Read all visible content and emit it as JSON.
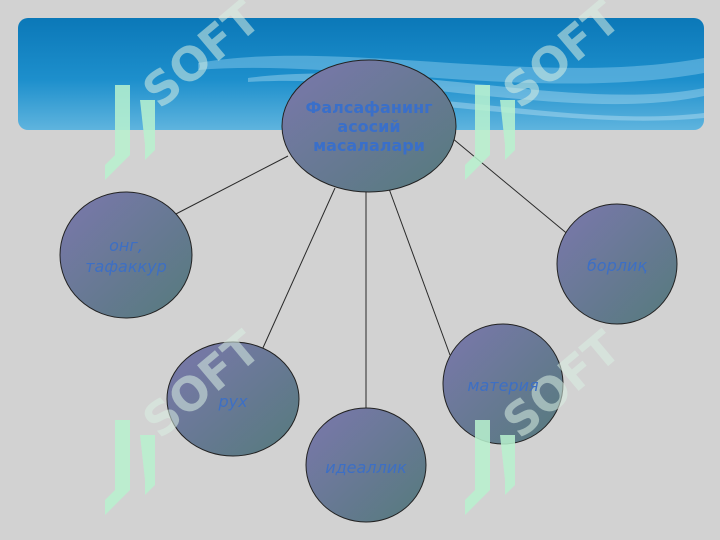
{
  "diagram": {
    "center": {
      "label": "Фалсафанинг\nасосий\nмасалалари"
    },
    "nodes": [
      {
        "id": "ong",
        "label": "онг,\nтафаккур"
      },
      {
        "id": "rux",
        "label": "рух"
      },
      {
        "id": "idealik",
        "label": "идеаллик"
      },
      {
        "id": "materiya",
        "label": "материя"
      },
      {
        "id": "borliq",
        "label": "борлиқ"
      }
    ]
  },
  "watermark": {
    "text": "SOFT",
    "color": "#b9f2cf"
  },
  "colors": {
    "node_fill_a": "#7a7aa8",
    "node_fill_b": "#5a7a80",
    "edge": "#2a2a2a",
    "label": "#3d6fc4"
  }
}
